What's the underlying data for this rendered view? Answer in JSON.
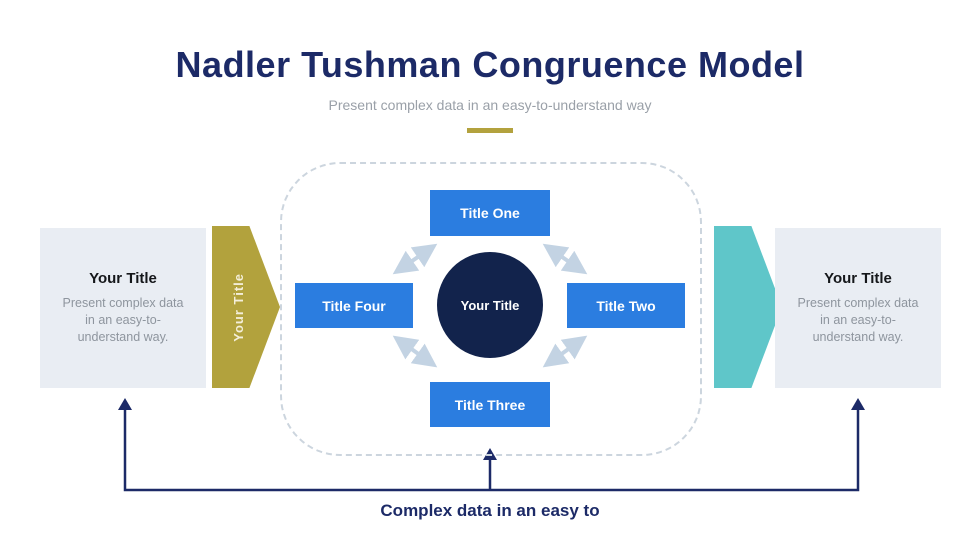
{
  "header": {
    "title": "Nadler Tushman Congruence Model",
    "subtitle": "Present complex data in an easy-to-understand way"
  },
  "diagram": {
    "center_label": "Your Title",
    "nodes": [
      {
        "label": "Title One"
      },
      {
        "label": "Title Two"
      },
      {
        "label": "Title Three"
      },
      {
        "label": "Title Four"
      }
    ]
  },
  "left_panel": {
    "title": "Your Title",
    "body": "Present complex data in an easy-to-understand way."
  },
  "right_panel": {
    "title": "Your Title",
    "body": "Present complex data in an easy-to-understand way."
  },
  "left_chevron": {
    "label": "Your Title"
  },
  "footer": {
    "caption": "Complex data in an easy to"
  },
  "colors": {
    "navy": "#1c2a67",
    "node_blue": "#2b7de0",
    "circle_navy": "#12234c",
    "olive": "#b2a23d",
    "teal": "#5fc6c9",
    "panel_gray": "#e9edf3",
    "arrow_light": "#c3d3e3",
    "accent_gold": "#b3a23e"
  }
}
